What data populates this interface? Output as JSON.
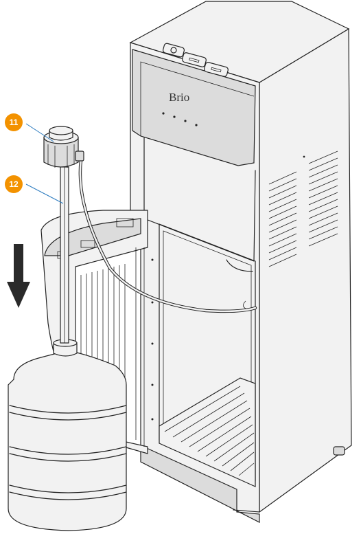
{
  "callouts": [
    {
      "number": "11",
      "color": "#f39200"
    },
    {
      "number": "12",
      "color": "#f39200"
    }
  ],
  "brand": {
    "logo_text": "Brio"
  },
  "icons": {
    "arrow": "down-arrow-icon",
    "bottle": "water-bottle-icon",
    "cap": "probe-cap-icon",
    "tube": "probe-tube-icon",
    "dispenser": "water-dispenser-icon"
  }
}
